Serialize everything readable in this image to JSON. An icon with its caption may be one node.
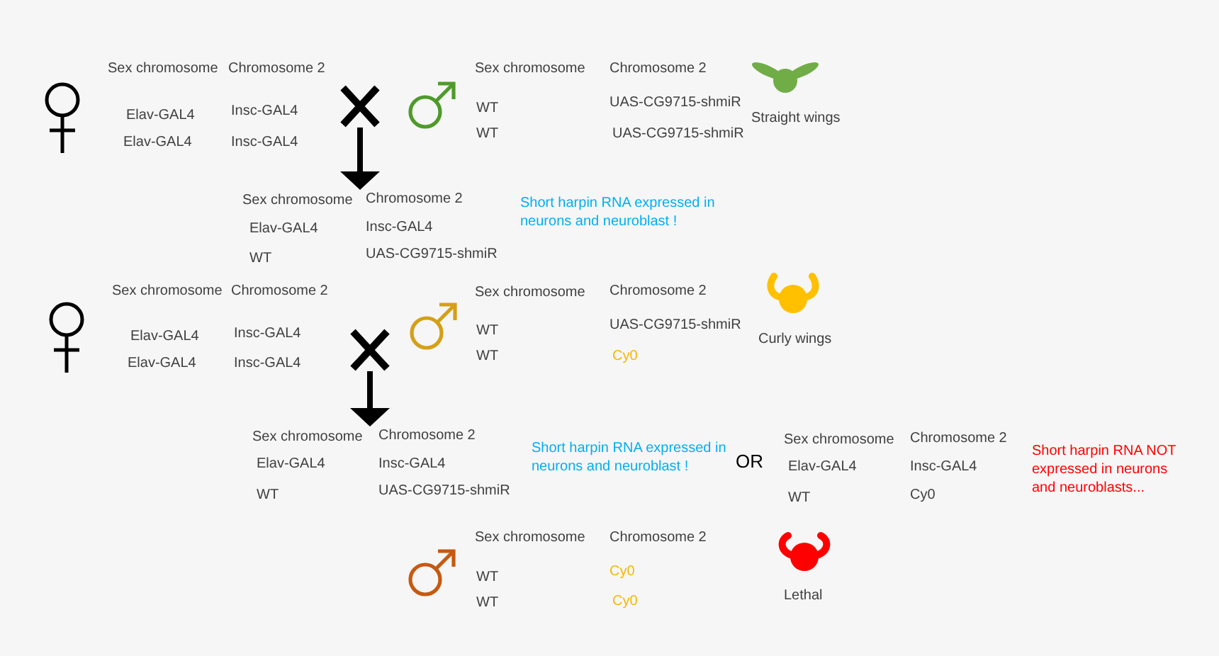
{
  "diagram": {
    "nodes": [
      {
        "text": [],
        "shape": "cross"
      },
      {
        "text": [
          "Sex chromosome",
          "Chromosome 2",
          "Elav-GAL4",
          "Insc-GAL4",
          "WT",
          "UAS-CG9715-shmiR"
        ]
      },
      {
        "text": [],
        "shape": "cross"
      },
      {
        "text": [
          "Sex chromosome",
          "Chromosome 2",
          "Elav-GAL4",
          "Insc-GAL4",
          "WT",
          "UAS-CG9715-shmiR"
        ]
      }
    ],
    "edges": [
      {
        "from": 0,
        "to": 1,
        "arrow": "to"
      },
      {
        "from": 2,
        "to": 3,
        "arrow": "to"
      }
    ],
    "labels": [
      "Sex chromosome",
      "Chromosome 2",
      "Elav-GAL4",
      "Insc-GAL4",
      "Elav-GAL4",
      "Insc-GAL4",
      "Sex chromosome",
      "Chromosome 2",
      "WT",
      "UAS-CG9715-shmiR",
      "WT",
      "UAS-CG9715-shmiR",
      "Straight wings",
      "Short harpin RNA expressed in neurons and neuroblast !",
      "Sex chromosome",
      "Chromosome 2",
      "Elav-GAL4",
      "Insc-GAL4",
      "Elav-GAL4",
      "Insc-GAL4",
      "Sex chromosome",
      "Chromosome 2",
      "WT",
      "UAS-CG9715-shmiR",
      "WT",
      "Cy0",
      "Curly wings",
      "Short harpin RNA expressed in neurons and neuroblast !",
      "OR",
      "Sex chromosome",
      "Chromosome 2",
      "Elav-GAL4",
      "Insc-GAL4",
      "WT",
      "Cy0",
      "Short harpin RNA NOT expressed in neurons and neuroblasts...",
      "Sex chromosome",
      "Chromosome 2",
      "WT",
      "Cy0",
      "WT",
      "Cy0",
      "Lethal"
    ]
  }
}
